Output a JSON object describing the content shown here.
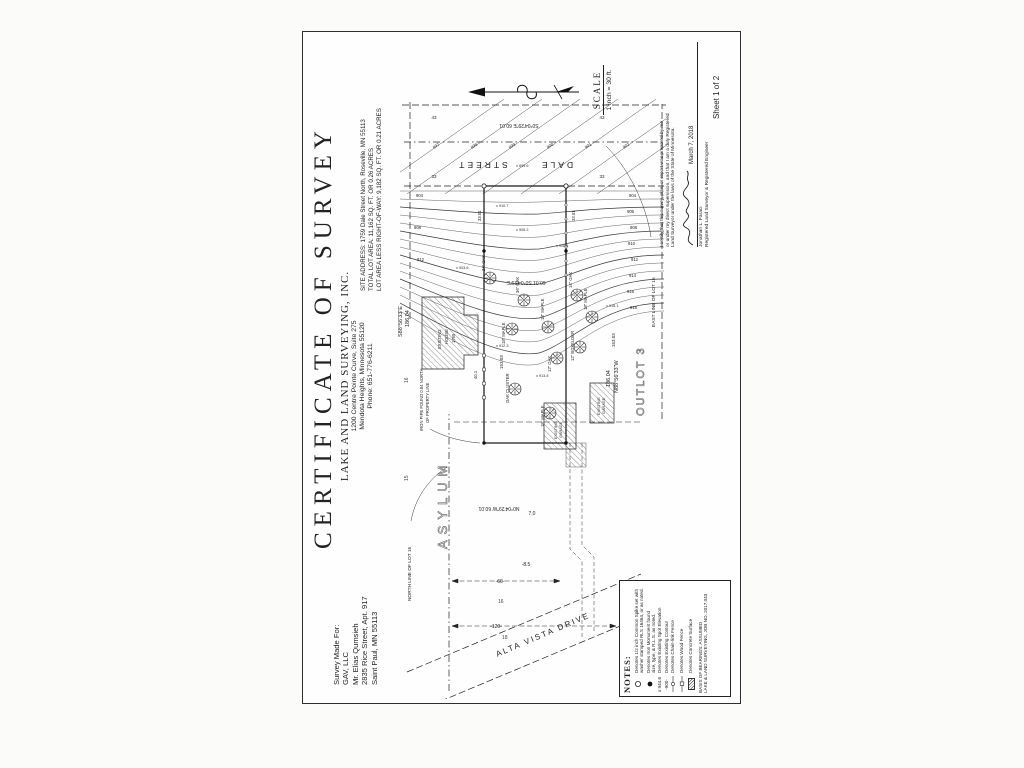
{
  "sheet": {
    "number": "Sheet 1 of 2"
  },
  "title_block": {
    "title": "CERTIFICATE OF SURVEY",
    "company": "LAKE AND LAND SURVEYING, INC.",
    "address_line1": "1200 Centre Pointe Curve, Suite 275",
    "address_line2": "Mendota Heights, Minnesota  55120",
    "phone": "Phone: 651-776-6211"
  },
  "client": {
    "heading": "Survey Made For:",
    "name": "GAV, LLC",
    "contact": "Mr. Elias Qumsieh",
    "street": "2835 Rice Street, Apt. 917",
    "city": "Saint Paul, MN 55113"
  },
  "site": {
    "address": "SITE ADDRESS: 1759 Dale Street North, Roseville, MN 55113",
    "total_area": "TOTAL LOT AREA: 11,162 SQ. FT. OR 0.26 ACRES",
    "net_area": "LOT AREA LESS RIGHT-OF-WAY: 9,182 SQ. FT. OR 0.21 ACRES"
  },
  "scale": {
    "label": "SCALE",
    "value": "1 inch = 30 ft."
  },
  "certification": {
    "line1": "I certify that this survey, plan, or report was prepared by me",
    "line2": "or under my direct supervision, and that I am a duly Registered",
    "line3": "Land Surveyor under the laws of the State of Minnesota.",
    "date": "March 7, 2018",
    "name": "Jonathan L. Faraci",
    "title": "Registered Land Surveyor & Registered Engineer"
  },
  "notes": {
    "heading": "NOTES:",
    "sym_spot": "x 944.6",
    "sym_contour": "-900-",
    "sym_chain": "o",
    "items": [
      {
        "text1": "Denotes 1/2 inch Common Spike set with",
        "text2": "washer stamped RLS 16464, or as noted."
      },
      {
        "text1": "Denotes Iron Monument found",
        "text2": "size, type, & R.L.S. as noted."
      },
      {
        "text1": "Denotes Existing Spot Elevation",
        "text2": ""
      },
      {
        "text1": "Denotes Existing Contour",
        "text2": ""
      },
      {
        "text1": "Denotes Chain-link Fence",
        "text2": ""
      },
      {
        "text1": "Denotes Wood Fence",
        "text2": ""
      },
      {
        "text1": "Denotes Concrete Surface",
        "text2": ""
      }
    ],
    "basis": "BASIS OF BEARINGS: ASSUMED",
    "job": "LAKE & LAND SURVEYING, JOB NO. 2017.043"
  },
  "map": {
    "streets": {
      "dale_word1": "DALE",
      "dale_word2": "STREET",
      "alta": "ALTA VISTA DRIVE"
    },
    "plat": {
      "asylum": "ASYLUM",
      "outlot": "OUTLOT 3"
    },
    "boundary": {
      "north_line": "NORTH LINE OF LOT 16",
      "east_line": "EAST LINE OF LOT 16"
    },
    "iron_pipe_line1": "IRON PIPE FOUND 0.84 NORTH",
    "iron_pipe_line2": "OF PROPERTY LINE",
    "bearings": {
      "north_brg": "S88°56'33\"E",
      "north_dist": "186.04",
      "south_dist": "186.04",
      "south_brg": "N88°56'33\"W",
      "east_street": "S0°04'29\"E  60.01",
      "east_lot": "60.01  S0°04'29\"E",
      "west_lot": "N0°04'29\"W  60.01"
    },
    "dims": {
      "d3301_n": "33.01",
      "d3301_s": "33.01",
      "d15303_a": "153.03",
      "d15303_b": "153.03",
      "d401": "40.1",
      "d60": "-60-",
      "d120": "-120-",
      "d70": "7.0",
      "d85": "-8.5",
      "row33_a": "33",
      "row33_b": "33",
      "row43_a": "43",
      "row43_b": "43"
    },
    "lot_numbers": [
      "15",
      "16",
      "16",
      "18"
    ],
    "buildings": {
      "house_l1": "EXISTING",
      "house_l2": "HOUSE",
      "house_l3": "1765",
      "garage_l1": "EXISTING",
      "garage_l2": "GARAGE",
      "garage2_l1": "EXISTING",
      "garage2_l2": "GARAGE"
    },
    "contours_street": [
      "897",
      "898",
      "899",
      "900",
      "901",
      "902"
    ],
    "contours_west": [
      "904",
      "906",
      "908",
      "910",
      "912",
      "914",
      "916",
      "918"
    ],
    "contours_top": [
      "904",
      "908",
      "912"
    ],
    "trees": [
      "24\" OAK",
      "36\" OAK",
      "18\" MAPLE",
      "18\" MAPLE",
      "12\" OAK",
      "OAK CLUSTER",
      "18\" MAPLE",
      "12\" BOXELDER",
      "18\" MAPLE",
      "14\" OAK"
    ],
    "spots": [
      "x 903.6",
      "x 905.2",
      "x 908.4",
      "x 910.7",
      "x 912.3",
      "x 913.8",
      "x 915.1",
      "x 899.6"
    ]
  }
}
